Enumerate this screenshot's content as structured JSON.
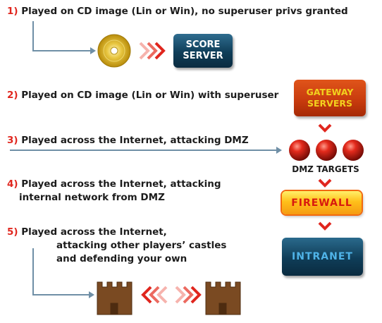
{
  "steps": [
    {
      "num": "1)",
      "text": "Played on CD image (Lin or Win), no superuser privs granted"
    },
    {
      "num": "2)",
      "text": "Played on CD image (Lin or Win) with superuser"
    },
    {
      "num": "3)",
      "text": "Played across the Internet, attacking DMZ"
    },
    {
      "num": "4)",
      "line1": "Played across the Internet, attacking",
      "line2": "internal network from DMZ"
    },
    {
      "num": "5)",
      "line1": "Played across the Internet,",
      "line2": "attacking other players’ castles",
      "line3": "and defending your own"
    }
  ],
  "boxes": {
    "score_line1": "SCORE",
    "score_line2": "SERVER",
    "gateway_line1": "GATEWAY",
    "gateway_line2": "SERVERS",
    "dmz_label": "DMZ TARGETS",
    "firewall": "FIREWALL",
    "intranet": "INTRANET"
  },
  "colors": {
    "step_number": "#e0261e",
    "arrow_line": "#6f8fa6",
    "chevron_red": "#e0261e",
    "castle_brown": "#7a4a22",
    "cd_gold": "#d9b21a",
    "dmz_sphere": "#c01812"
  },
  "icons": [
    "cd-disc-icon",
    "castle-icon",
    "sphere-target-icon",
    "chevron-icon"
  ]
}
